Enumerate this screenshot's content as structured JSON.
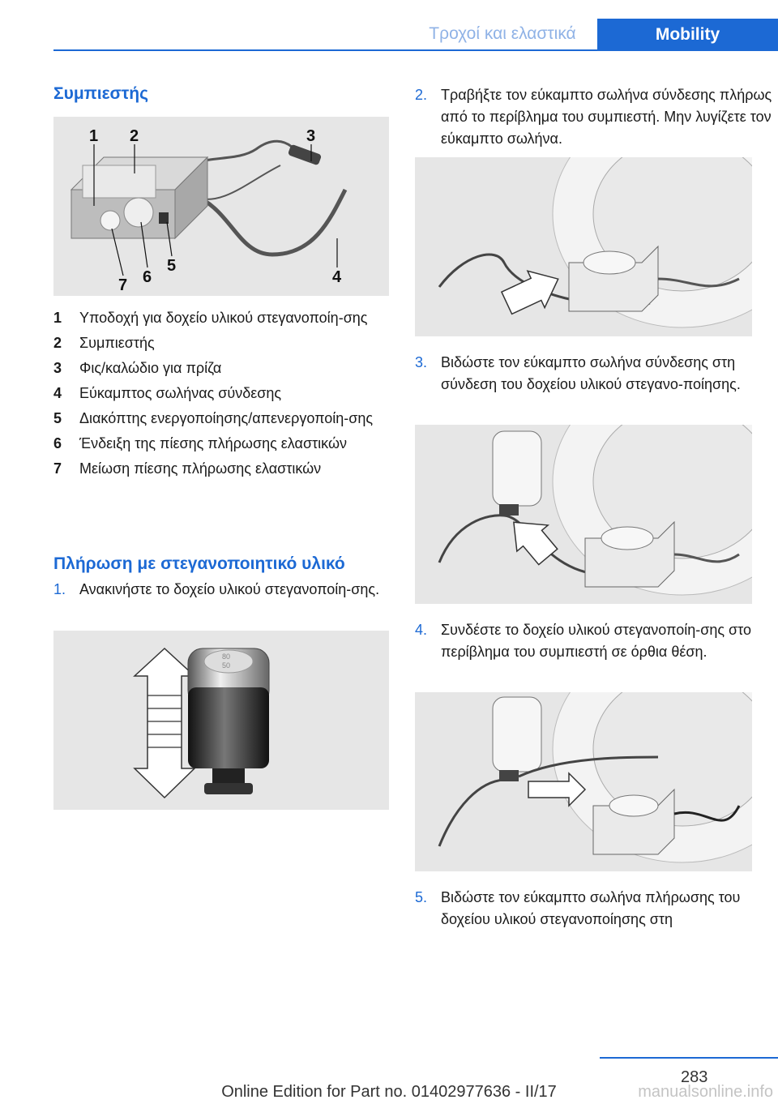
{
  "header": {
    "section": "Τροχοί και ελαστικά",
    "tab": "Mobility"
  },
  "left": {
    "heading": "Συμπιεστής",
    "figure1_callouts": [
      "1",
      "2",
      "3",
      "4",
      "5",
      "6",
      "7"
    ],
    "legend": [
      {
        "num": "1",
        "text": "Υποδοχή για δοχείο υλικού στεγανοποίη-σης"
      },
      {
        "num": "2",
        "text": "Συμπιεστής"
      },
      {
        "num": "3",
        "text": "Φις/καλώδιο για πρίζα"
      },
      {
        "num": "4",
        "text": "Εύκαμπτος σωλήνας σύνδεσης"
      },
      {
        "num": "5",
        "text": "Διακόπτης ενεργοποίησης/απενεργοποίη-σης"
      },
      {
        "num": "6",
        "text": "Ένδειξη της πίεσης πλήρωσης ελαστικών"
      },
      {
        "num": "7",
        "text": "Μείωση πίεσης πλήρωσης ελαστικών"
      }
    ],
    "heading2": "Πλήρωση με στεγανοποιητικό υλικό",
    "step1": {
      "num": "1.",
      "text": "Ανακινήστε το δοχείο υλικού στεγανοποίη-σης."
    },
    "bottle_label_top": "80",
    "bottle_label_bottom": "50"
  },
  "right": {
    "steps": [
      {
        "num": "2.",
        "text": "Τραβήξτε τον εύκαμπτο σωλήνα σύνδεσης πλήρως από το περίβλημα του συμπιεστή. Μην λυγίζετε τον εύκαμπτο σωλήνα."
      },
      {
        "num": "3.",
        "text": "Βιδώστε τον εύκαμπτο σωλήνα σύνδεσης στη σύνδεση του δοχείου υλικού στεγανο-ποίησης."
      },
      {
        "num": "4.",
        "text": "Συνδέστε το δοχείο υλικού στεγανοποίη-σης στο περίβλημα του συμπιεστή σε όρθια θέση."
      },
      {
        "num": "5.",
        "text": "Βιδώστε τον εύκαμπτο σωλήνα πλήρωσης του δοχείου υλικού στεγανοποίησης στη"
      }
    ]
  },
  "footer": {
    "page_number": "283",
    "edition": "Online Edition for Part no. 01402977636 - II/17",
    "watermark": "manualsonline.info"
  },
  "colors": {
    "accent": "#1c69d4",
    "figure_bg": "#e6e6e6"
  }
}
